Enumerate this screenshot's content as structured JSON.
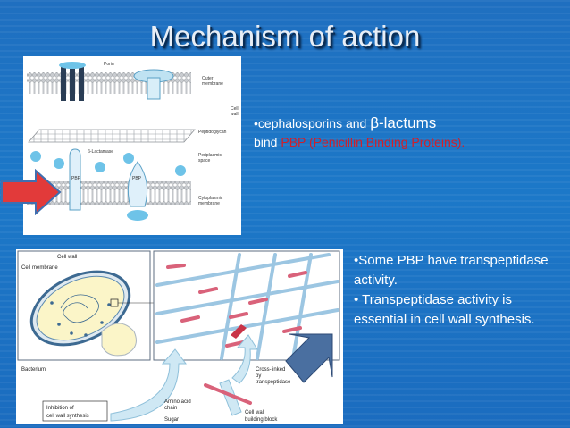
{
  "title": "Mechanism of action",
  "bullet1": {
    "bullet": "•",
    "part1": "cephalosporins and ",
    "part2": "β-lactums",
    "part3": "bind ",
    "highlight": "PBP (Penicillin Binding Proteins)."
  },
  "bullet2": {
    "line1": "•Some PBP have transpeptidase activity.",
    "line2": "• Transpeptidase activity is essential in cell wall synthesis."
  },
  "figure_top_labels": {
    "porin": "Porin",
    "outer": "Outer",
    "membrane": "membrane",
    "cell": "Cell",
    "wall": "wall",
    "peptidoglycan": "Peptidoglycan",
    "lactamase": "β-Lactamase",
    "periplasmic": "Periplasmic",
    "space": "space",
    "pbp_left": "PBP",
    "pbp_right": "PBP",
    "cytoplasmic": "Cytoplasmic",
    "membrane2": "membrane"
  },
  "figure_bottom_labels": {
    "cell_wall": "Cell wall",
    "cell_membrane": "Cell membrane",
    "bacterium": "Bacterium",
    "inhibition1": "Inhibition of",
    "inhibition2": "cell wall synthesis",
    "cross1": "Cross-linked",
    "cross2": "by",
    "cross3": "transpeptidase",
    "amino1": "Amino  acid",
    "amino2": "chain",
    "sugar": "Sugar",
    "block1": "Cell wall",
    "block2": "building block"
  },
  "colors": {
    "background": "#1c74c4",
    "arrow_left": "#e23a3a",
    "arrow_right": "#4a6fa0",
    "highlight_text": "#d0202a"
  }
}
